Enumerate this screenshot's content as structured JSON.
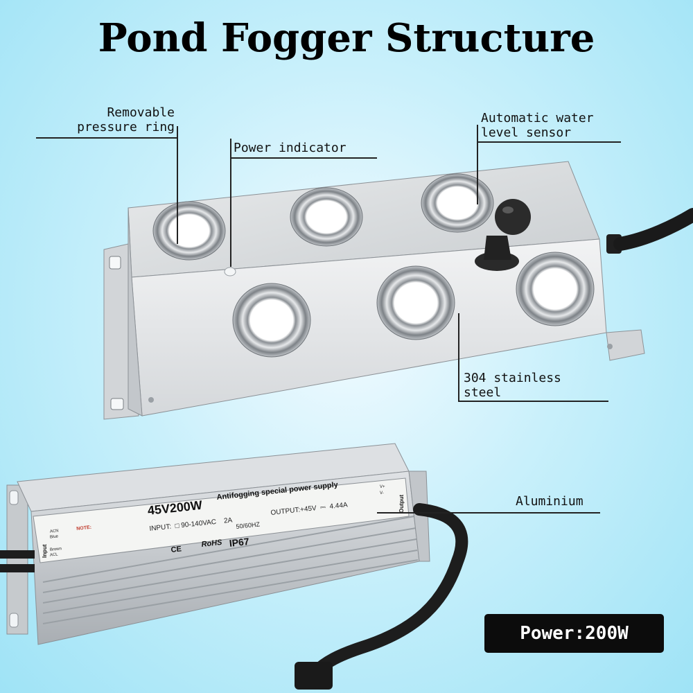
{
  "title": "Pond Fogger Structure",
  "callouts": {
    "pressure_ring": "Removable\npressure ring",
    "power_indicator": "Power indicator",
    "water_sensor": "Automatic water\nlevel sensor",
    "stainless": "304 stainless\nsteel",
    "aluminium": "Aluminium"
  },
  "power_supply": {
    "model": "45V200W",
    "subtitle": "Antifogging special power supply",
    "input": "INPUT:  □ 90-140VAC    2A",
    "freq": "50/60HZ",
    "output": "OUTPUT:+45V  ⎓  4.44A",
    "ip": "IP67",
    "ce": "CE",
    "rohs": "RoHS",
    "input_label": "Input",
    "output_label": "Output",
    "wires_left": [
      "ACN",
      "Blue",
      "Brown",
      "ACL"
    ],
    "wires_right": [
      "V+",
      "V-"
    ],
    "note_title": "NOTE:"
  },
  "badge": "Power:200W",
  "colors": {
    "accent": "#0c0c0c",
    "steel": "#d9dcdf",
    "aluminium": "#c7cbd0"
  }
}
